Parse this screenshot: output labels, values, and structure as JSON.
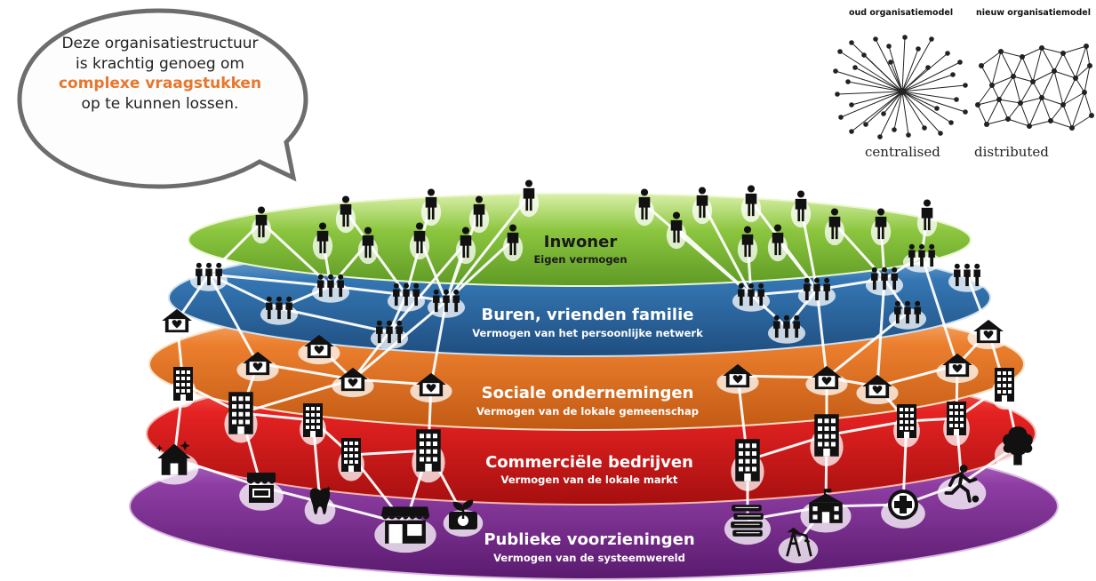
{
  "speech_bubble": {
    "text_before": "Deze organisatiestructuur is krachtig genoeg om",
    "highlight": "complexe vraagstukken",
    "text_after": "op te kunnen lossen.",
    "highlight_color": "#e8762c"
  },
  "network_legend": {
    "old_model_title": "oud organisatiemodel",
    "new_model_title": "nieuw organisatiemodel",
    "old_model_caption": "centralised",
    "new_model_caption": "distributed"
  },
  "layers": [
    {
      "title": "Inwoner",
      "subtitle": "Eigen vermogen",
      "color": "#8cc63f"
    },
    {
      "title": "Buren, vrienden familie",
      "subtitle": "Vermogen van het persoonlijke netwerk",
      "color": "#2f6fa8"
    },
    {
      "title": "Sociale ondernemingen",
      "subtitle": "Vermogen van de lokale gemeenschap",
      "color": "#e8762c"
    },
    {
      "title": "Commerciële bedrijven",
      "subtitle": "Vermogen van de lokale markt",
      "color": "#e02020"
    },
    {
      "title": "Publieke voorzieningen",
      "subtitle": "Vermogen van de systeemwereld",
      "color": "#7b2e8c"
    }
  ],
  "icons": {
    "layer_1": "person-icon",
    "layer_2": "group-icon",
    "layer_3": "heart-house-icon",
    "layer_4": "office-building-icon",
    "layer_5": [
      "home-icon",
      "shop-icon",
      "tooth-icon",
      "market-icon",
      "plant-icon",
      "books-icon",
      "school-icon",
      "playground-icon",
      "medical-cross-icon",
      "sports-icon",
      "tree-icon"
    ]
  }
}
